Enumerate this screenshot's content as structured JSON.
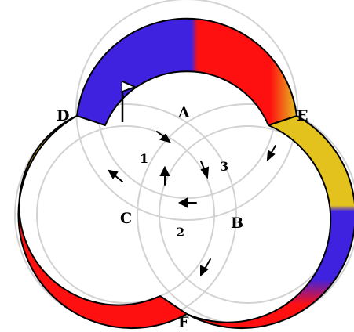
{
  "points": {
    "A": "A",
    "B": "B",
    "C": "C",
    "D": "D",
    "E": "E",
    "F": "F"
  },
  "regions": {
    "one": "1",
    "two": "2",
    "three": "3"
  },
  "colors": {
    "blue": "#3f22e0",
    "red": "#ff1010",
    "yellow": "#e4c21e",
    "guide": "#d2d2d2",
    "outline": "#000000"
  },
  "icons": {
    "flag": "flag-icon",
    "arrow": "arrow-icon"
  }
}
